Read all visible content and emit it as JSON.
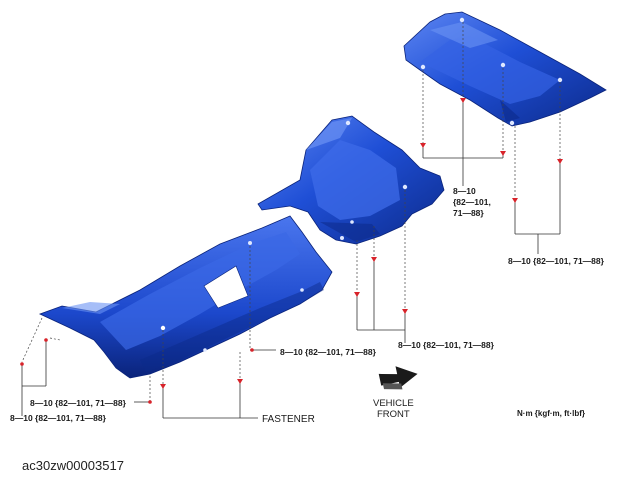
{
  "figure": {
    "image_code": "ac30zw00003517",
    "units_note": "N·m {kgf·m, ft·lbf}",
    "direction_label_line1": "VEHICLE",
    "direction_label_line2": "FRONT",
    "fastener_label": "FASTENER"
  },
  "torque_labels": {
    "top_right_a_line1": "8—10",
    "top_right_a_line2": "{82—101,",
    "top_right_a_line3": "71—88}",
    "top_right_b": "8—10 {82—101, 71—88}",
    "middle": "8—10 {82—101, 71—88}",
    "left_center": "8—10 {82—101, 71—88}",
    "left_upper": "8—10 {82—101, 71—88}",
    "left_lower": "8—10 {82—101, 71—88}"
  },
  "colors": {
    "panel_blue": "#1f4fd6",
    "panel_shadow": "#0c2a8a",
    "panel_highlight": "#5d86f2",
    "bolt_marker": "#d8232a"
  }
}
